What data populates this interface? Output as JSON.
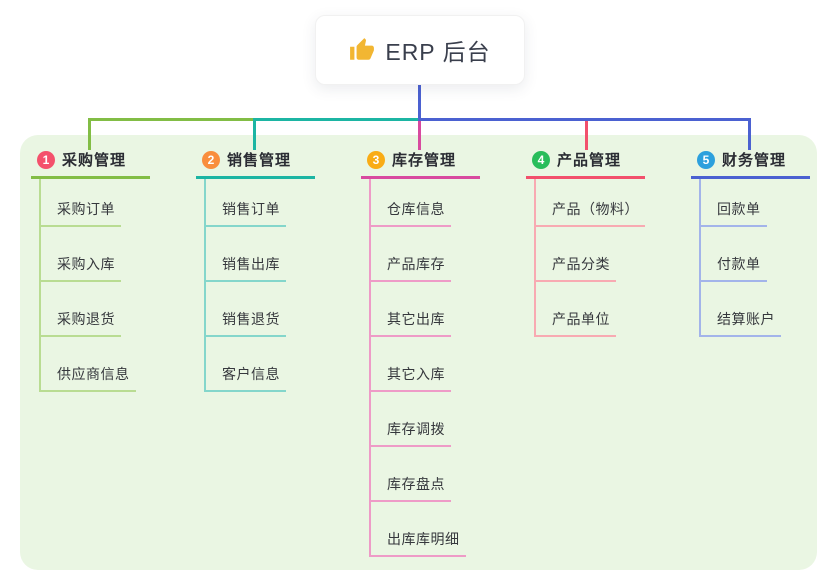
{
  "root": {
    "label": "ERP 后台",
    "icon": "thumbs-up-icon",
    "icon_color": "#f2b632"
  },
  "branches": [
    {
      "num": "1",
      "label": "采购管理",
      "badge_color": "#f4516c",
      "color": "#82bd45",
      "light_color": "#b9dc92",
      "children": [
        "采购订单",
        "采购入库",
        "采购退货",
        "供应商信息"
      ]
    },
    {
      "num": "2",
      "label": "销售管理",
      "badge_color": "#f98e3d",
      "color": "#1cb5a3",
      "light_color": "#84d6cb",
      "children": [
        "销售订单",
        "销售出库",
        "销售退货",
        "客户信息"
      ]
    },
    {
      "num": "3",
      "label": "库存管理",
      "badge_color": "#f9ac15",
      "color": "#d84a9f",
      "light_color": "#ee9bc7",
      "children": [
        "仓库信息",
        "产品库存",
        "其它出库",
        "其它入库",
        "库存调拨",
        "库存盘点",
        "出库库明细"
      ]
    },
    {
      "num": "4",
      "label": "产品管理",
      "badge_color": "#29bd5b",
      "color": "#f2506c",
      "light_color": "#f8aab2",
      "children": [
        "产品（物料）",
        "产品分类",
        "产品单位"
      ]
    },
    {
      "num": "5",
      "label": "财务管理",
      "badge_color": "#2da0dd",
      "color": "#4b61d1",
      "light_color": "#a3b4ea",
      "children": [
        "回款单",
        "付款单",
        "结算账户"
      ]
    }
  ],
  "connectors": {
    "root_stem": "#4b61d1",
    "bus_left": "#82bd45",
    "bus_mid": "#1cb5a3",
    "bus_right": "#4b61d1",
    "drop_1": "#82bd45",
    "drop_2": "#1cb5a3",
    "drop_3": "#d84a9f",
    "drop_4": "#f2506c",
    "drop_5": "#4b61d1"
  },
  "canvas": {
    "bg": "#ffffff",
    "panel_bg": "#eaf6e3"
  }
}
